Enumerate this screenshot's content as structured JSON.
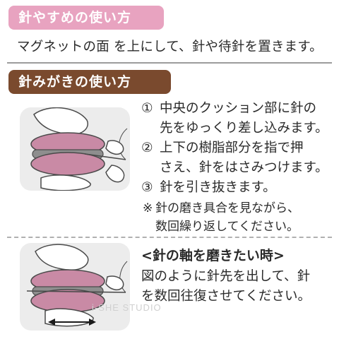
{
  "section1": {
    "heading": "針やすめの使い方",
    "text": "マグネットの面 を上にして、針や待針を置きます。"
  },
  "section2": {
    "heading": "針みがきの使い方",
    "steps": [
      {
        "num": "①",
        "lines": [
          "中央のクッション部に針の",
          "先をゆっくり差し込みます。"
        ]
      },
      {
        "num": "②",
        "lines": [
          "上下の樹脂部分を指で押",
          "さえ、針をはさみつけます。"
        ]
      },
      {
        "num": "③",
        "lines": [
          "針を引き抜きます。"
        ]
      }
    ],
    "note": {
      "mark": "※",
      "lines": [
        "針の磨き具合を見ながら、",
        "数回繰り返してください。"
      ]
    }
  },
  "section3": {
    "heading": "<針の軸を磨きたい時>",
    "lines": [
      "図のように針先を出して、針",
      "を数回往復させてください。"
    ]
  },
  "watermark": "i-SHE STUDIO",
  "colors": {
    "pink_banner": "#e8a3c0",
    "brown_banner": "#7a4a2e",
    "macaron_pink": "#c98aa5",
    "cushion_gray": "#8e8e8e"
  }
}
